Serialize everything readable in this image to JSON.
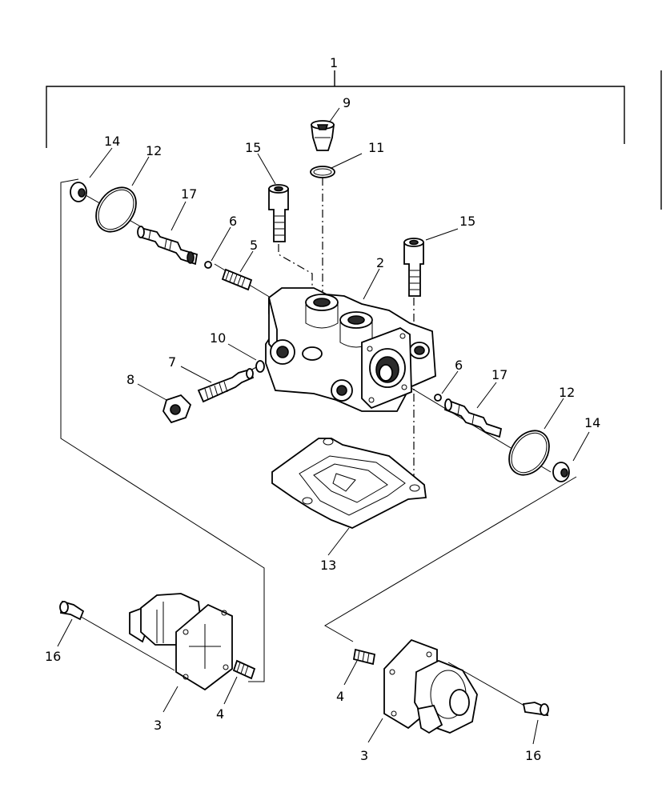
{
  "diagram": {
    "callouts": {
      "assembly": "1",
      "housing": "2",
      "solenoid_left": "3",
      "solenoid_right": "3",
      "spring_left": "4",
      "spring_right": "4",
      "spring_upper": "5",
      "ball_left": "6",
      "ball_right": "6",
      "adjuster_screw": "7",
      "nut": "8",
      "plug": "9",
      "seal_washer": "10",
      "plug_oring": "11",
      "oring_left": "12",
      "oring_right": "12",
      "gasket": "13",
      "washer_left": "14",
      "washer_right": "14",
      "bolt_left": "15",
      "bolt_right": "15",
      "screw_left": "16",
      "screw_right": "16",
      "spool_left": "17",
      "spool_right": "17"
    }
  }
}
